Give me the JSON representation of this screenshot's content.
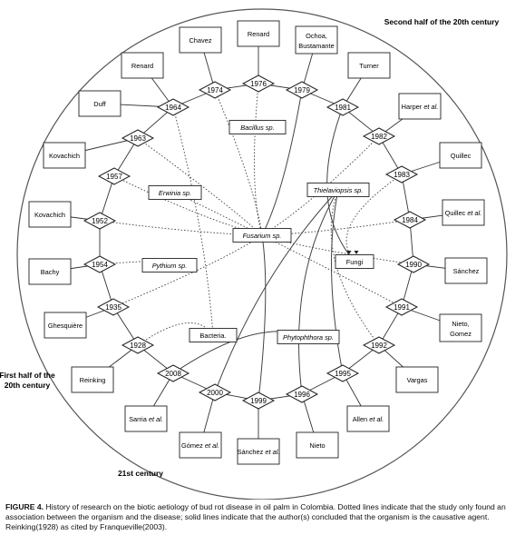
{
  "diagram": {
    "period_labels": {
      "second_half": "Second half of the 20th century",
      "first_half_line1": "First half of the",
      "first_half_line2": "20th century",
      "twenty_first": "21st century"
    },
    "years": [
      {
        "id": "y1976",
        "label": "1976"
      },
      {
        "id": "y1974",
        "label": "1974"
      },
      {
        "id": "y1979",
        "label": "1979"
      },
      {
        "id": "y1964",
        "label": "1964"
      },
      {
        "id": "y1981",
        "label": "1981"
      },
      {
        "id": "y1963",
        "label": "1963"
      },
      {
        "id": "y1982",
        "label": "1982"
      },
      {
        "id": "y1957",
        "label": "1957"
      },
      {
        "id": "y1983",
        "label": "1983"
      },
      {
        "id": "y1952",
        "label": "1952"
      },
      {
        "id": "y1984",
        "label": "1984"
      },
      {
        "id": "y1954",
        "label": "1954"
      },
      {
        "id": "y1990",
        "label": "1990"
      },
      {
        "id": "y1935",
        "label": "1935"
      },
      {
        "id": "y1991",
        "label": "1991"
      },
      {
        "id": "y1928",
        "label": "1928"
      },
      {
        "id": "y1992",
        "label": "1992"
      },
      {
        "id": "y2008",
        "label": "2008"
      },
      {
        "id": "y1995",
        "label": "1995"
      },
      {
        "id": "y2000",
        "label": "2000"
      },
      {
        "id": "y1996",
        "label": "1996"
      },
      {
        "id": "y1999",
        "label": "1999"
      }
    ],
    "authors": [
      {
        "id": "a_renard1",
        "lines": [
          "Renard"
        ],
        "year": "y1976"
      },
      {
        "id": "a_chavez",
        "lines": [
          "Chavez"
        ],
        "year": "y1974"
      },
      {
        "id": "a_ochoa",
        "lines": [
          "Ochoa,",
          "Bustamante"
        ],
        "year": "y1979"
      },
      {
        "id": "a_renard2",
        "lines": [
          "Renard"
        ],
        "year": "y1964"
      },
      {
        "id": "a_turner",
        "lines": [
          "Turner"
        ],
        "year": "y1981"
      },
      {
        "id": "a_duff",
        "lines": [
          "Duff"
        ],
        "year": "y1964"
      },
      {
        "id": "a_harper",
        "lines": [
          "Harper et al."
        ],
        "italic_suffix": "et al.",
        "year": "y1982"
      },
      {
        "id": "a_kovachich1",
        "lines": [
          "Kovachich"
        ],
        "year": "y1963"
      },
      {
        "id": "a_quillec1",
        "lines": [
          "Quillec"
        ],
        "year": "y1983"
      },
      {
        "id": "a_kovachich2",
        "lines": [
          "Kovachich"
        ],
        "year": "y1952"
      },
      {
        "id": "a_quillec2",
        "lines": [
          "Quillec et al."
        ],
        "italic_suffix": "et al.",
        "year": "y1984"
      },
      {
        "id": "a_bachy",
        "lines": [
          "Bachy"
        ],
        "year": "y1954"
      },
      {
        "id": "a_sanchez1",
        "lines": [
          "Sánchez"
        ],
        "year": "y1990"
      },
      {
        "id": "a_ghesquiere",
        "lines": [
          "Ghesquière"
        ],
        "year": "y1935"
      },
      {
        "id": "a_nieto_gomez",
        "lines": [
          "Nieto,",
          "Gomez"
        ],
        "year": "y1991"
      },
      {
        "id": "a_reinking",
        "lines": [
          "Reinking"
        ],
        "year": "y1928"
      },
      {
        "id": "a_vargas",
        "lines": [
          "Vargas"
        ],
        "year": "y1992"
      },
      {
        "id": "a_sarria",
        "lines": [
          "Sarria et al."
        ],
        "italic_suffix": "et al.",
        "year": "y2008"
      },
      {
        "id": "a_allen",
        "lines": [
          "Allen et al."
        ],
        "italic_suffix": "et al.",
        "year": "y1995"
      },
      {
        "id": "a_gomez",
        "lines": [
          "Gómez et al."
        ],
        "italic_suffix": "et al.",
        "year": "y2000"
      },
      {
        "id": "a_sanchez2",
        "lines": [
          "Sánchez et al."
        ],
        "italic_suffix": "et al.",
        "year": "y1999"
      },
      {
        "id": "a_nieto",
        "lines": [
          "Nieto"
        ],
        "year": "y1996"
      }
    ],
    "organisms": [
      {
        "id": "o_bacillus",
        "label": "Bacillus sp.",
        "italic": true
      },
      {
        "id": "o_erwinia",
        "label": "Erwinia sp.",
        "italic": true
      },
      {
        "id": "o_thielaviopsis",
        "label": "Thielaviopsis sp.",
        "italic": true
      },
      {
        "id": "o_fusarium",
        "label": "Fusarium sp.",
        "italic": true
      },
      {
        "id": "o_fungi",
        "label": "Fungi",
        "italic": false
      },
      {
        "id": "o_pythium",
        "label": "Pythium sp.",
        "italic": true
      },
      {
        "id": "o_bacteria",
        "label": "Bacteria.",
        "italic": false
      },
      {
        "id": "o_phytophthora",
        "label": "Phytophthora sp.",
        "italic": true
      }
    ],
    "links": [
      {
        "from": "y1928",
        "to": "o_bacteria",
        "style": "dotted"
      },
      {
        "from": "y1935",
        "to": "o_fusarium",
        "style": "dotted"
      },
      {
        "from": "y1952",
        "to": "o_fusarium",
        "style": "dotted"
      },
      {
        "from": "y1954",
        "to": "o_pythium",
        "style": "dotted"
      },
      {
        "from": "y1957",
        "to": "o_fusarium",
        "style": "dotted"
      },
      {
        "from": "y1963",
        "to": "o_fusarium",
        "style": "dotted"
      },
      {
        "from": "y1964",
        "to": "o_bacteria",
        "style": "dotted"
      },
      {
        "from": "y1974",
        "to": "o_fusarium",
        "style": "dotted"
      },
      {
        "from": "y1976",
        "to": "o_fusarium",
        "style": "dotted"
      },
      {
        "from": "y1979",
        "to": "o_fusarium",
        "style": "solid"
      },
      {
        "from": "y1981",
        "to": "o_fungi",
        "style": "solid"
      },
      {
        "from": "y1982",
        "to": "o_fusarium",
        "style": "dotted"
      },
      {
        "from": "y1983",
        "to": "o_fungi",
        "style": "dotted"
      },
      {
        "from": "y1984",
        "to": "o_fusarium",
        "style": "dotted"
      },
      {
        "from": "y1990",
        "to": "o_fusarium",
        "style": "dotted"
      },
      {
        "from": "y1991",
        "to": "o_erwinia",
        "style": "dotted"
      },
      {
        "from": "y1992",
        "to": "o_thielaviopsis",
        "style": "dotted"
      },
      {
        "from": "y1995",
        "to": "o_thielaviopsis",
        "style": "solid"
      },
      {
        "from": "y1996",
        "to": "o_thielaviopsis",
        "style": "solid"
      },
      {
        "from": "y1999",
        "to": "o_fusarium",
        "style": "solid"
      },
      {
        "from": "y2000",
        "to": "o_thielaviopsis",
        "style": "solid"
      },
      {
        "from": "y2008",
        "to": "o_phytophthora",
        "style": "solid"
      }
    ]
  },
  "caption": {
    "label": "FIGURE 4.",
    "text": " History of research on the biotic aetiology of bud rot disease in oil palm in Colombia. Dotted lines indicate that the study only found an association between the organism and the disease; solid lines indicate that the author(s) concluded that the organism is the causative agent. Reinking(1928) as cited by Franqueville(2003)."
  }
}
